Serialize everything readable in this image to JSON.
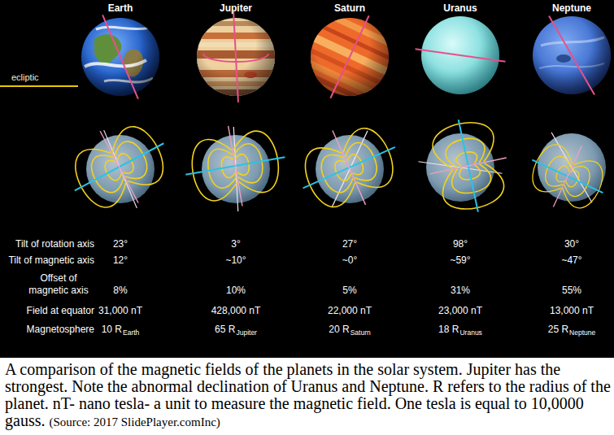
{
  "diagram": {
    "caption": "A comparison of the magnetic fields of the planets in the solar system. Jupiter has the strongest. Note the abnormal declination of Uranus and Neptune. R refers to the radius of the planet. nT- nano tesla- a unit to measure the magnetic field. One tesla is equal to 10,0000 gauss.",
    "labels": [
      "Earth",
      "Jupiter",
      "Saturn",
      "Uranus",
      "Neptune",
      "ecliptic",
      "Tilt of rotation axis",
      "23°",
      "3°",
      "27°",
      "98°",
      "30°",
      "Tilt of magnetic axis",
      "12°",
      "~10°",
      "~0°",
      "~59°",
      "~47°",
      "Offset of magnetic axis",
      "8%",
      "10%",
      "5%",
      "31%",
      "55%",
      "Field at equator",
      "31,000 nT",
      "428,000 nT",
      "22,000 nT",
      "23,000 nT",
      "13,000 nT",
      "Magnetosphere",
      "10 R",
      "Earth",
      "65 R",
      "Jupiter",
      "20 R",
      "Saturn",
      "18 R",
      "Uranus",
      "25 R",
      "Neptune",
      "(Source: 2017 SlidePlayer.comInc)"
    ]
  }
}
